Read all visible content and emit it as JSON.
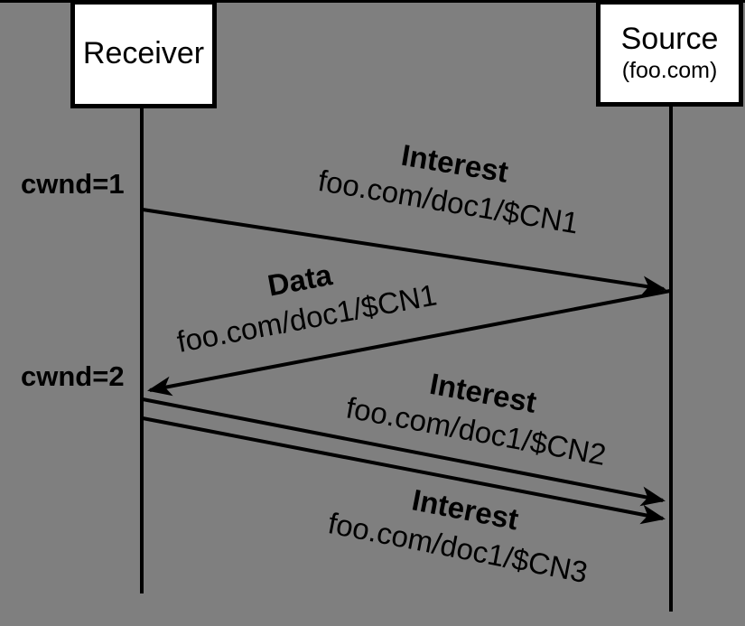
{
  "canvas": {
    "background_color": "#7f7f7f",
    "line_color": "#000000",
    "box_fill_color": "#ffffff"
  },
  "actors": [
    {
      "id": "receiver",
      "label": "Receiver"
    },
    {
      "id": "source",
      "label": "Source",
      "sublabel": "(foo.com)"
    }
  ],
  "annotations": [
    {
      "id": "cwnd1",
      "label": "cwnd=1"
    },
    {
      "id": "cwnd2",
      "label": "cwnd=2"
    }
  ],
  "messages": [
    {
      "id": "m1",
      "type": "Interest",
      "name": "foo.com/doc1/$CN1",
      "from": "receiver",
      "to": "source"
    },
    {
      "id": "m2",
      "type": "Data",
      "name": "foo.com/doc1/$CN1",
      "from": "source",
      "to": "receiver"
    },
    {
      "id": "m3",
      "type": "Interest",
      "name": "foo.com/doc1/$CN2",
      "from": "receiver",
      "to": "source"
    },
    {
      "id": "m4",
      "type": "Interest",
      "name": "foo.com/doc1/$CN3",
      "from": "receiver",
      "to": "source"
    }
  ]
}
